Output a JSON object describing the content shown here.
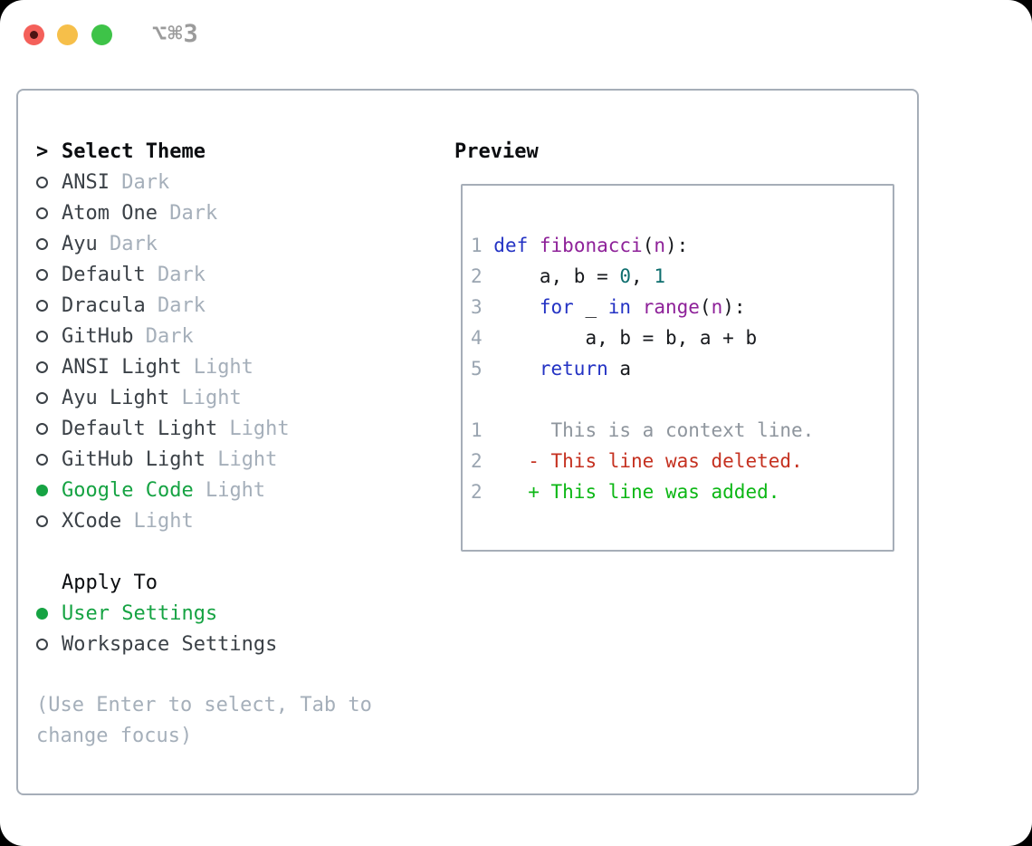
{
  "window": {
    "title": "⌥⌘3"
  },
  "theme_picker": {
    "prompt": ">",
    "header": "Select Theme",
    "items": [
      {
        "name": "ANSI",
        "variant": "Dark",
        "selected": false
      },
      {
        "name": "Atom One",
        "variant": "Dark",
        "selected": false
      },
      {
        "name": "Ayu",
        "variant": "Dark",
        "selected": false
      },
      {
        "name": "Default",
        "variant": "Dark",
        "selected": false
      },
      {
        "name": "Dracula",
        "variant": "Dark",
        "selected": false
      },
      {
        "name": "GitHub",
        "variant": "Dark",
        "selected": false
      },
      {
        "name": "ANSI Light",
        "variant": "Light",
        "selected": false
      },
      {
        "name": "Ayu Light",
        "variant": "Light",
        "selected": false
      },
      {
        "name": "Default Light",
        "variant": "Light",
        "selected": false
      },
      {
        "name": "GitHub Light",
        "variant": "Light",
        "selected": false
      },
      {
        "name": "Google Code",
        "variant": "Light",
        "selected": true
      },
      {
        "name": "XCode",
        "variant": "Light",
        "selected": false
      }
    ]
  },
  "apply_to": {
    "header": "Apply To",
    "options": [
      {
        "label": "User Settings",
        "selected": true
      },
      {
        "label": "Workspace Settings",
        "selected": false
      }
    ]
  },
  "help_text": "(Use Enter to select, Tab to change focus)",
  "preview": {
    "header": "Preview",
    "code_lines": [
      {
        "num": "1",
        "segments": [
          {
            "text": "def",
            "color": "kw"
          },
          {
            "text": " ",
            "color": "plain"
          },
          {
            "text": "fibonacci",
            "color": "fn"
          },
          {
            "text": "(",
            "color": "plain"
          },
          {
            "text": "n",
            "color": "fn"
          },
          {
            "text": "):",
            "color": "plain"
          }
        ]
      },
      {
        "num": "2",
        "segments": [
          {
            "text": "    a, b = ",
            "color": "plain"
          },
          {
            "text": "0",
            "color": "num"
          },
          {
            "text": ", ",
            "color": "plain"
          },
          {
            "text": "1",
            "color": "num"
          }
        ]
      },
      {
        "num": "3",
        "segments": [
          {
            "text": "    ",
            "color": "plain"
          },
          {
            "text": "for",
            "color": "kw"
          },
          {
            "text": " _ ",
            "color": "plain"
          },
          {
            "text": "in",
            "color": "kw"
          },
          {
            "text": " ",
            "color": "plain"
          },
          {
            "text": "range",
            "color": "fn"
          },
          {
            "text": "(",
            "color": "plain"
          },
          {
            "text": "n",
            "color": "fn"
          },
          {
            "text": "):",
            "color": "plain"
          }
        ]
      },
      {
        "num": "4",
        "segments": [
          {
            "text": "        a, b = b, a + b",
            "color": "plain"
          }
        ]
      },
      {
        "num": "5",
        "segments": [
          {
            "text": "    ",
            "color": "plain"
          },
          {
            "text": "return",
            "color": "kw"
          },
          {
            "text": " a",
            "color": "plain"
          }
        ]
      },
      {
        "num": "",
        "segments": []
      },
      {
        "num": "1",
        "segments": [
          {
            "text": "     This is a context line.",
            "color": "ctx"
          }
        ]
      },
      {
        "num": "2",
        "segments": [
          {
            "text": "   - This line was deleted.",
            "color": "del"
          }
        ]
      },
      {
        "num": "2",
        "segments": [
          {
            "text": "   + This line was added.",
            "color": "add"
          }
        ]
      }
    ]
  },
  "colors": {
    "accent-green": "#16a343",
    "text-black": "#0b0d10",
    "text-dark": "#3b4147",
    "text-muted": "#a5afba",
    "title-gray": "#9b9b9b",
    "border": "#a6aeb8",
    "tl-red": "#f4605a",
    "tl-red-dot": "#4c1312",
    "tl-yellow": "#f6bf4a",
    "tl-green": "#3ec348",
    "code-ln": "#9aa5b1",
    "code-kw": "#2433c4",
    "code-fn": "#8e2199",
    "code-num": "#0e6e6e",
    "code-plain": "#17191d",
    "diff-ctx": "#8e959d",
    "diff-del": "#c53120",
    "diff-add": "#0cb715"
  }
}
